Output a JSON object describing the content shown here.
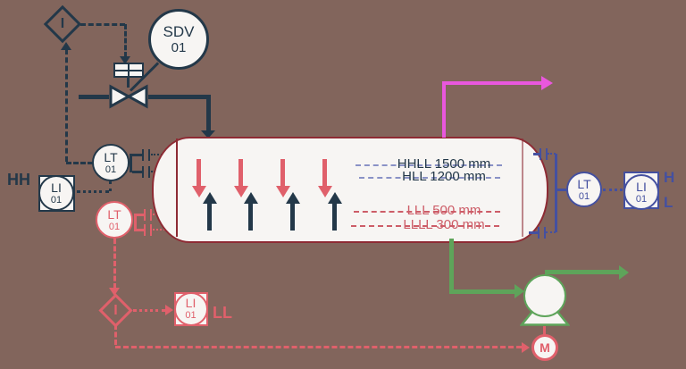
{
  "colors": {
    "bg": "#82655c",
    "navy": "#233849",
    "red": "#e0606b",
    "maroon": "#8e2b34",
    "blue": "#4450a0",
    "peri": "#8a92c6",
    "magenta": "#e957dd",
    "green": "#5ea45a",
    "paper": "#f7f5f3",
    "levelred": "#cd5d68"
  },
  "diagram": {
    "interlock_top": "I",
    "interlock_low": "I",
    "sdv": {
      "tag": "SDV",
      "num": "01"
    },
    "lt_top": {
      "tag": "LT",
      "num": "01"
    },
    "li_hh": {
      "tag": "LI",
      "num": "01"
    },
    "hh_label": "HH",
    "lt_low": {
      "tag": "LT",
      "num": "01"
    },
    "li_ll": {
      "tag": "LI",
      "num": "01"
    },
    "ll_label": "LL",
    "lt_right": {
      "tag": "LT",
      "num": "01"
    },
    "li_right": {
      "tag": "LI",
      "num": "01"
    },
    "h_label": "H",
    "l_label": "L",
    "motor": "M",
    "levels": {
      "hhll": "HHLL 1500 mm",
      "hll": "HLL 1200 mm",
      "lll": "LLL 500 mm",
      "llll": "LLLL 300 mm"
    }
  }
}
